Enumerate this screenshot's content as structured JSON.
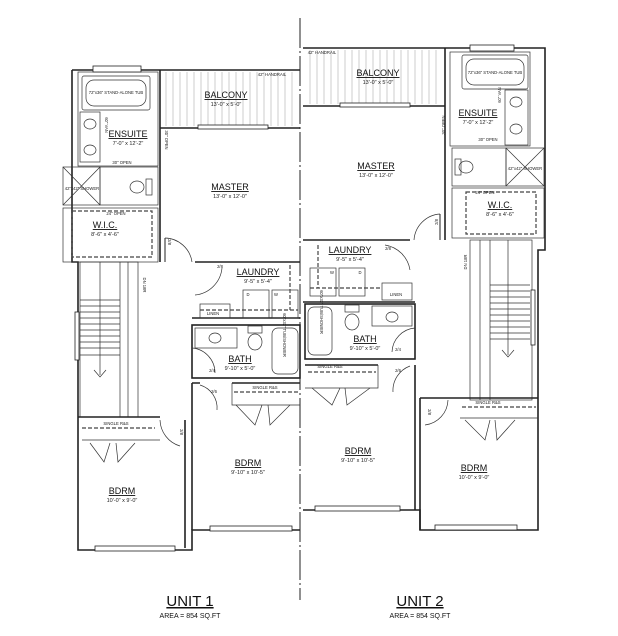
{
  "units": [
    {
      "title": "UNIT 1",
      "area": "AREA = 854 SQ.FT",
      "rooms": {
        "balcony": {
          "name": "BALCONY",
          "dims": "13'-0\" x 5'-0\""
        },
        "ensuite": {
          "name": "ENSUITE",
          "dims": "7'-0\" x 12'-2\""
        },
        "master": {
          "name": "MASTER",
          "dims": "13'-0\" x 12'-0\""
        },
        "wic": {
          "name": "W.I.C.",
          "dims": "8'-6\" x 4'-6\""
        },
        "laundry": {
          "name": "LAUNDRY",
          "dims": "9'-5\" x 5'-4\""
        },
        "bath": {
          "name": "BATH",
          "dims": "9'-10\" x 5'-0\""
        },
        "bdrm_a": {
          "name": "BDRM",
          "dims": "9'-10\" x 10'-5\""
        },
        "bdrm_b": {
          "name": "BDRM",
          "dims": "10'-0\" x 9'-0\""
        }
      },
      "notes": {
        "handrail": "42\" HANDRAIL",
        "tub": "72\"x36\" STAND-ALONE TUB",
        "vanity": "60\" VAN",
        "open30": "30\" OPEN",
        "open30b": "30\" OPEN",
        "open24": "24\" OPEN",
        "shower": "42\"x42\" SHOWER",
        "stairs": "DN 18R",
        "linen": "LINEN",
        "washer": "W",
        "dryer": "D",
        "tubshower": "60\"x32\" TUB/SHOWER",
        "closet_a": "SINGLE R&S",
        "closet_b": "SINGLE R&S",
        "door_master": "2/8",
        "door_laundry": "2/8",
        "door_bath": "2/4",
        "door_bdrm_a": "2/6",
        "door_bdrm_b": "2/8"
      }
    },
    {
      "title": "UNIT 2",
      "area": "AREA = 854 SQ.FT",
      "rooms": {
        "balcony": {
          "name": "BALCONY",
          "dims": "13'-0\" x 5'-0\""
        },
        "ensuite": {
          "name": "ENSUITE",
          "dims": "7'-0\" x 12'-2\""
        },
        "master": {
          "name": "MASTER",
          "dims": "13'-0\" x 12'-0\""
        },
        "wic": {
          "name": "W.I.C.",
          "dims": "8'-6\" x 4'-6\""
        },
        "laundry": {
          "name": "LAUNDRY",
          "dims": "9'-5\" x 5'-4\""
        },
        "bath": {
          "name": "BATH",
          "dims": "9'-10\" x 5'-0\""
        },
        "bdrm_a": {
          "name": "BDRM",
          "dims": "9'-10\" x 10'-5\""
        },
        "bdrm_b": {
          "name": "BDRM",
          "dims": "10'-0\" x 9'-0\""
        }
      },
      "notes": {
        "handrail": "42\" HANDRAIL",
        "tub": "72\"x36\" STAND-ALONE TUB",
        "vanity": "60\" VAN",
        "open30": "30\" OPEN",
        "open30b": "30\" OPEN",
        "open24": "24\" OPEN",
        "shower": "42\"x42\" SHOWER",
        "stairs": "DN 18R",
        "linen": "LINEN",
        "washer": "W",
        "dryer": "D",
        "tubshower": "60\"x32\" TUB/SHOWER",
        "closet_a": "SINGLE R&S",
        "closet_b": "SINGLE R&S",
        "door_master": "2/8",
        "door_laundry": "2/8",
        "door_bath": "2/4",
        "door_bdrm_a": "2/6",
        "door_bdrm_b": "2/8"
      }
    }
  ]
}
